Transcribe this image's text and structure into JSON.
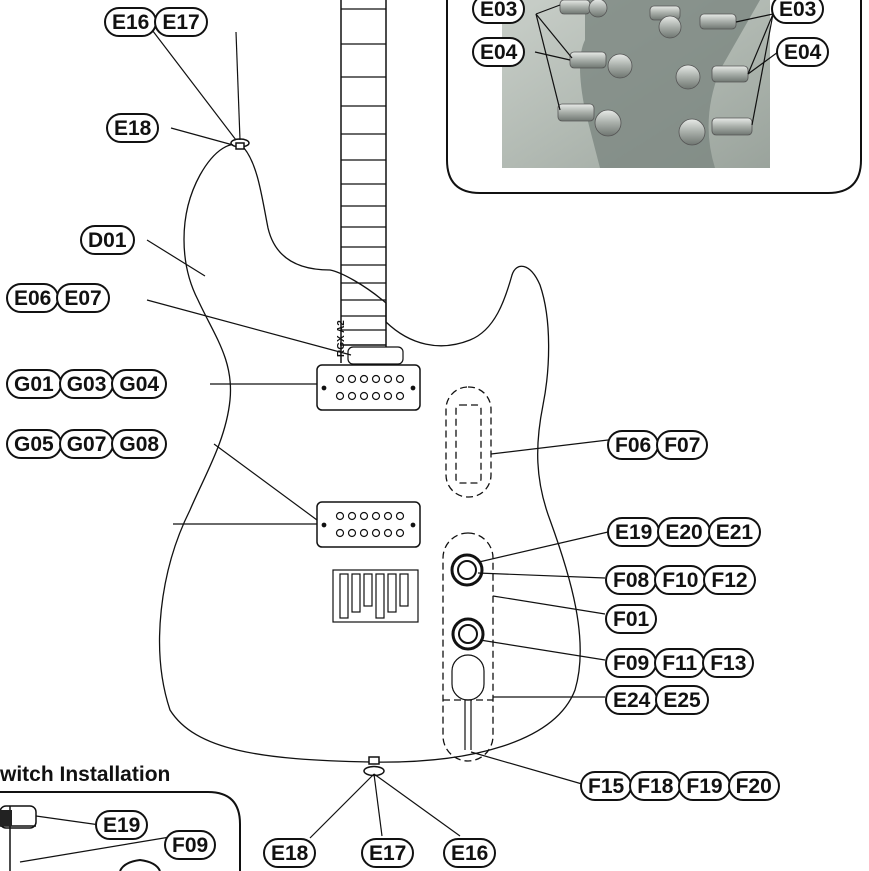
{
  "inset_photo": {
    "description_icon": "headstock-photo"
  },
  "neck_model_text": "RGX A2",
  "switch_section_title": "witch Installation",
  "labels": [
    {
      "name": "label-e16-e17-top",
      "codes": [
        "E16",
        "E17"
      ]
    },
    {
      "name": "label-e18-top",
      "codes": [
        "E18"
      ]
    },
    {
      "name": "label-e03-left",
      "codes": [
        "E03"
      ]
    },
    {
      "name": "label-e04-left",
      "codes": [
        "E04"
      ]
    },
    {
      "name": "label-e03-right",
      "codes": [
        "E03"
      ]
    },
    {
      "name": "label-e04-right",
      "codes": [
        "E04"
      ]
    },
    {
      "name": "label-d01",
      "codes": [
        "D01"
      ]
    },
    {
      "name": "label-e06-e07",
      "codes": [
        "E06",
        "E07"
      ]
    },
    {
      "name": "label-g01-g03-g04",
      "codes": [
        "G01",
        "G03",
        "G04"
      ]
    },
    {
      "name": "label-g05-g07-g08",
      "codes": [
        "G05",
        "G07",
        "G08"
      ]
    },
    {
      "name": "label-f06-f07",
      "codes": [
        "F06",
        "F07"
      ]
    },
    {
      "name": "label-e19-e20-e21",
      "codes": [
        "E19",
        "E20",
        "E21"
      ]
    },
    {
      "name": "label-f08-f10-f12",
      "codes": [
        "F08",
        "F10",
        "F12"
      ]
    },
    {
      "name": "label-f01",
      "codes": [
        "F01"
      ]
    },
    {
      "name": "label-f09-f11-f13",
      "codes": [
        "F09",
        "F11",
        "F13"
      ]
    },
    {
      "name": "label-e24-e25",
      "codes": [
        "E24",
        "E25"
      ]
    },
    {
      "name": "label-f15-f18-f19-f20",
      "codes": [
        "F15",
        "F18",
        "F19",
        "F20"
      ]
    },
    {
      "name": "label-e18-bottom",
      "codes": [
        "E18"
      ]
    },
    {
      "name": "label-e17-bottom",
      "codes": [
        "E17"
      ]
    },
    {
      "name": "label-e16-bottom",
      "codes": [
        "E16"
      ]
    },
    {
      "name": "label-e19-inset",
      "codes": [
        "E19"
      ]
    },
    {
      "name": "label-f09-inset",
      "codes": [
        "F09"
      ]
    }
  ]
}
